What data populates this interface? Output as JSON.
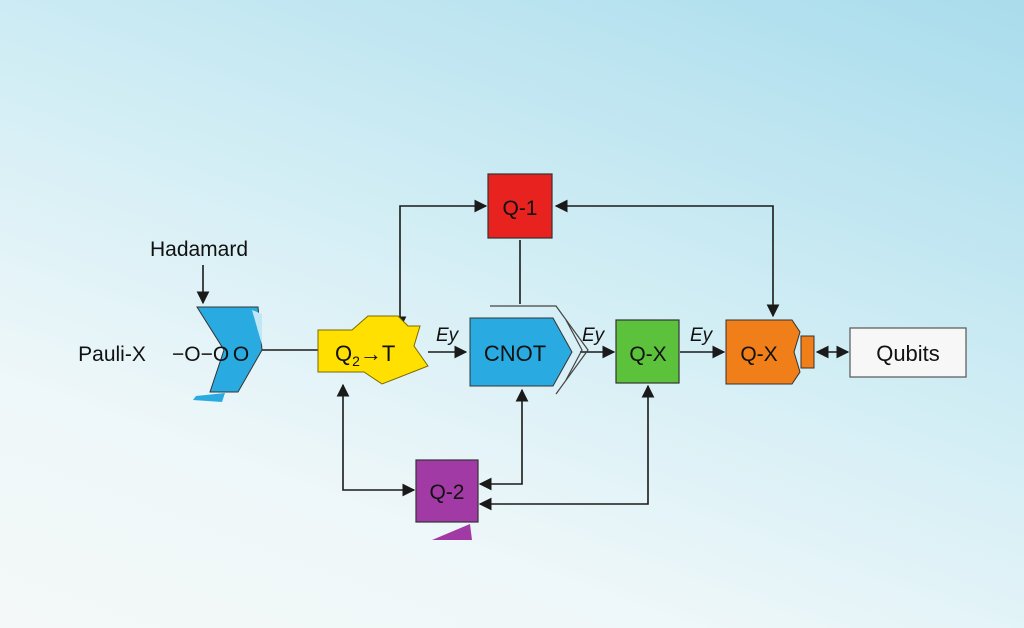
{
  "diagram": {
    "nodes": {
      "hadamard": {
        "label": "Hadamard",
        "color": "#29abe2"
      },
      "pauli_x": {
        "label": "Pauli-X",
        "symbol": "−O−O"
      },
      "q2t": {
        "label_main": "Q",
        "label_sub": "2",
        "label_tail": "→T",
        "color": "#ffe000"
      },
      "cnot": {
        "label": "CNOT",
        "color": "#29abe2"
      },
      "q1": {
        "label": "Q-1",
        "color": "#e8231f"
      },
      "q2": {
        "label": "Q-2",
        "color": "#a23aa6"
      },
      "qx_green": {
        "label": "Q-X",
        "color": "#5cc23c"
      },
      "qx_orange": {
        "label": "Q-X",
        "color": "#f07f1a"
      },
      "qubits": {
        "label": "Qubits",
        "color": "#f7f7f7"
      }
    },
    "edge_labels": {
      "q2t_to_cnot": "Ey",
      "cnot_to_qx": "Ey",
      "qx_to_qx": "Ey"
    }
  }
}
